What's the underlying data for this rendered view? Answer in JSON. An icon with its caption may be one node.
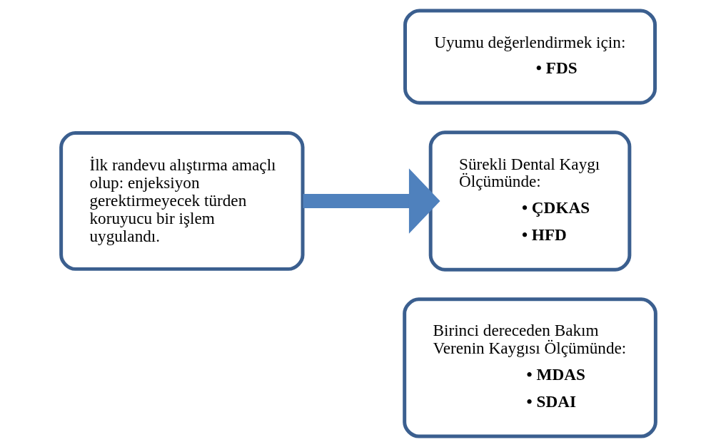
{
  "diagram": {
    "nodes": [
      {
        "text": [
          "İlk randevu alıştırma amaçlı olup: enjeksiyon gerektirmeyecek türden koruyucu bir işlem uygulandı."
        ]
      },
      {
        "text": [
          "Uyumu değerlendirmek için:",
          "• FDS"
        ]
      },
      {
        "text": [
          "Sürekli Dental Kaygı Ölçümünde:",
          "• ÇDKAS",
          "• HFD"
        ]
      },
      {
        "text": [
          "Birinci dereceden Bakım Verenin Kaygısı Ölçümünde:",
          "• MDAS",
          "• SDAI"
        ]
      }
    ],
    "edges": [
      {
        "from": 0,
        "to": 2,
        "arrow": "to",
        "color": "#4f81bd"
      }
    ]
  }
}
